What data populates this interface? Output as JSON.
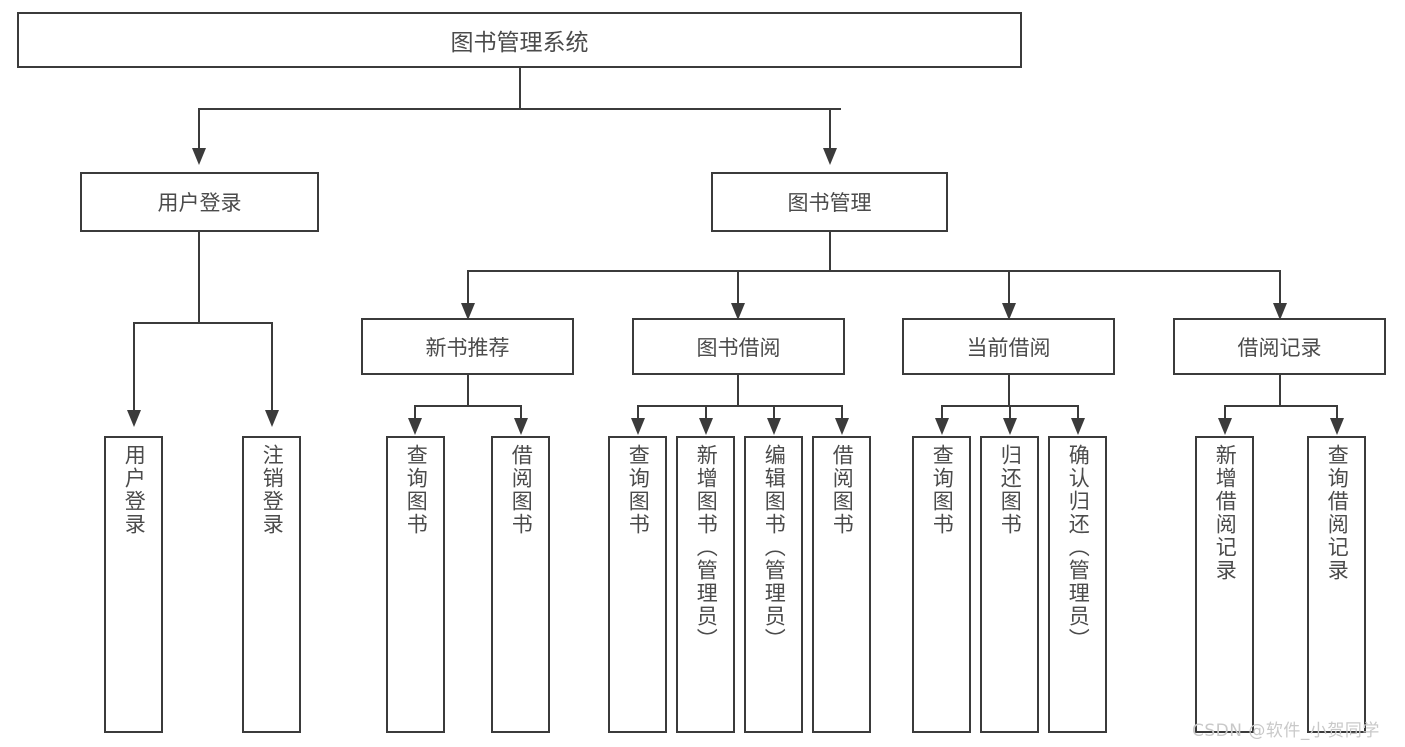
{
  "diagram": {
    "title": "图书管理系统",
    "type": "tree-hierarchy-functional-decomposition",
    "levels": 4,
    "root": {
      "label": "图书管理系统"
    },
    "level2": [
      {
        "label": "用户登录"
      },
      {
        "label": "图书管理"
      }
    ],
    "level3": [
      {
        "label": "新书推荐"
      },
      {
        "label": "图书借阅"
      },
      {
        "label": "当前借阅"
      },
      {
        "label": "借阅记录"
      }
    ],
    "leaves": {
      "user_login": [
        {
          "label": "用户登录"
        },
        {
          "label": "注销登录"
        }
      ],
      "new_book_recommend": [
        {
          "label": "查询图书"
        },
        {
          "label": "借阅图书"
        }
      ],
      "book_borrow": [
        {
          "label": "查询图书"
        },
        {
          "label": "新增图书（管理员）"
        },
        {
          "label": "编辑图书（管理员）"
        },
        {
          "label": "借阅图书"
        }
      ],
      "current_borrow": [
        {
          "label": "查询图书"
        },
        {
          "label": "归还图书"
        },
        {
          "label": "确认归还（管理员）"
        }
      ],
      "borrow_records": [
        {
          "label": "新增借阅记录"
        },
        {
          "label": "查询借阅记录"
        }
      ]
    }
  },
  "watermark": {
    "text": "CSDN @软件_小贺同学"
  },
  "colors": {
    "background": "#ffffff",
    "border": "#3b3b3b",
    "text": "#4b4b4b",
    "watermark": "#c9c9c9"
  }
}
